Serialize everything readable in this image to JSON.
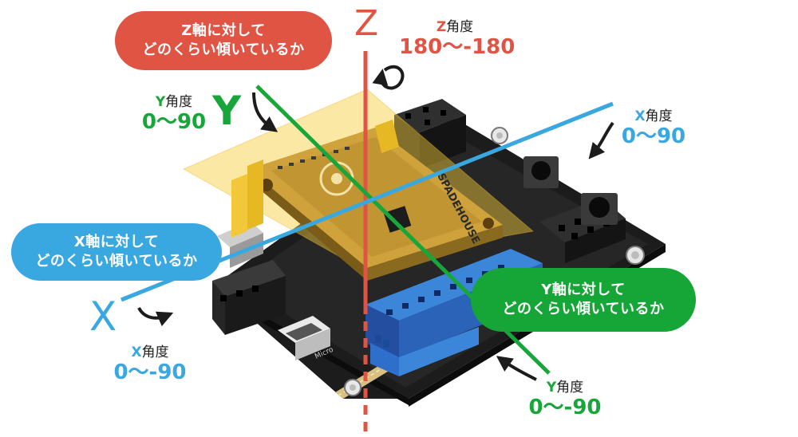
{
  "bubbles": {
    "z": {
      "line1": "Z軸に対して",
      "line2": "どのくらい傾いているか",
      "color": "#e05444"
    },
    "x": {
      "line1": "X軸に対して",
      "line2": "どのくらい傾いているか",
      "color": "#3aa8e0"
    },
    "y": {
      "line1": "Y軸に対して",
      "line2": "どのくらい傾いているか",
      "color": "#15a637"
    }
  },
  "axes": {
    "z": {
      "letter": "Z",
      "color": "#e05444"
    },
    "x": {
      "letter": "X",
      "color": "#3aa8e0"
    },
    "y": {
      "letter": "Y",
      "color": "#18a63a"
    }
  },
  "angles": {
    "z": {
      "axis": "Z",
      "label": "角度",
      "range": "180〜-180"
    },
    "y_positive": {
      "axis": "Y",
      "label": "角度",
      "range": "0〜90"
    },
    "x_positive": {
      "axis": "X",
      "label": "角度",
      "range": "0〜90"
    },
    "x_negative": {
      "axis": "X",
      "label": "角度",
      "range": "0〜-90"
    },
    "y_negative": {
      "axis": "Y",
      "label": "角度",
      "range": "0〜-90"
    }
  },
  "board": {
    "silkscreen_brand": "SPADEHOUSE",
    "silkscreen_port": "Micro"
  }
}
